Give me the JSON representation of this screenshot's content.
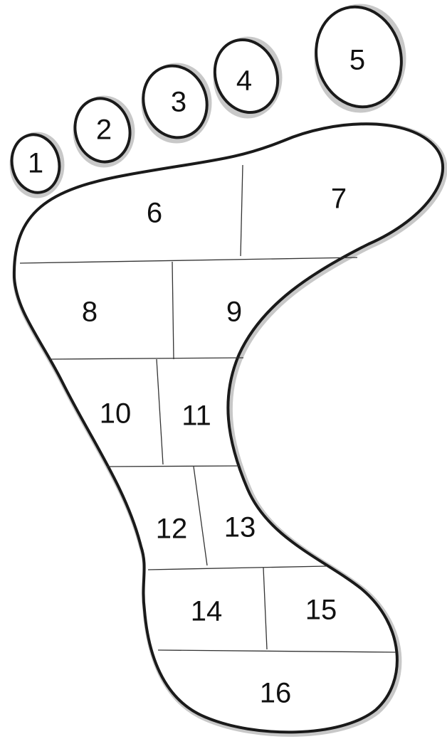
{
  "toes": [
    {
      "id": "toe-1",
      "label": "1"
    },
    {
      "id": "toe-2",
      "label": "2"
    },
    {
      "id": "toe-3",
      "label": "3"
    },
    {
      "id": "toe-4",
      "label": "4"
    },
    {
      "id": "toe-5",
      "label": "5"
    }
  ],
  "zones": [
    {
      "id": "zone-6",
      "label": "6"
    },
    {
      "id": "zone-7",
      "label": "7"
    },
    {
      "id": "zone-8",
      "label": "8"
    },
    {
      "id": "zone-9",
      "label": "9"
    },
    {
      "id": "zone-10",
      "label": "10"
    },
    {
      "id": "zone-11",
      "label": "11"
    },
    {
      "id": "zone-12",
      "label": "12"
    },
    {
      "id": "zone-13",
      "label": "13"
    },
    {
      "id": "zone-14",
      "label": "14"
    },
    {
      "id": "zone-15",
      "label": "15"
    },
    {
      "id": "zone-16",
      "label": "16"
    }
  ]
}
